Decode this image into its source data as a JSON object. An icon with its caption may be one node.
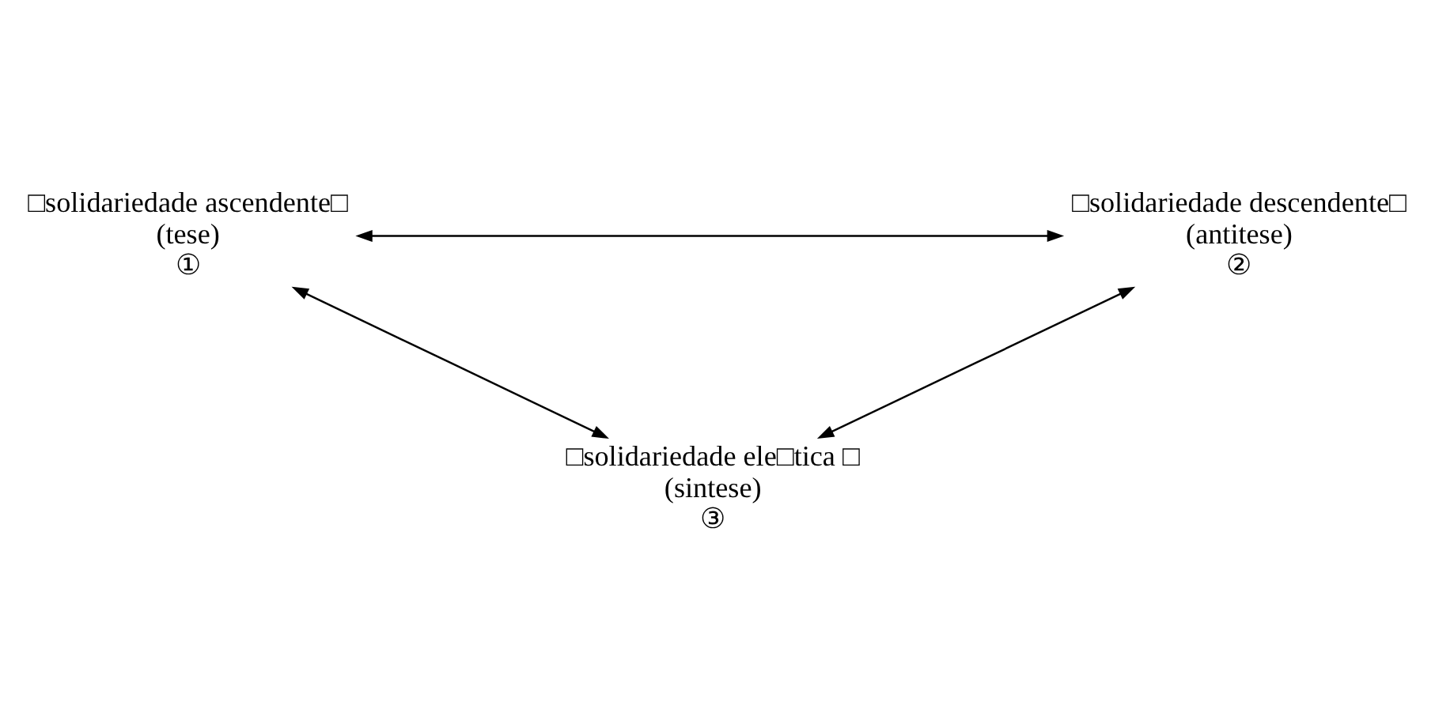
{
  "diagram": {
    "nodes": [
      {
        "text": [
          "□solidariedade ascendente□",
          "(tese)",
          "①"
        ]
      },
      {
        "text": [
          "□solidariedade descendente□",
          "(antitese)",
          "②"
        ]
      },
      {
        "text": [
          "□solidariedade ele□tica □",
          "(sintese)",
          "③"
        ]
      }
    ],
    "edges": [
      {
        "from": 0,
        "to": 1,
        "arrow": "both"
      },
      {
        "from": 0,
        "to": 2,
        "arrow": "both"
      },
      {
        "from": 1,
        "to": 2,
        "arrow": "both"
      }
    ]
  }
}
